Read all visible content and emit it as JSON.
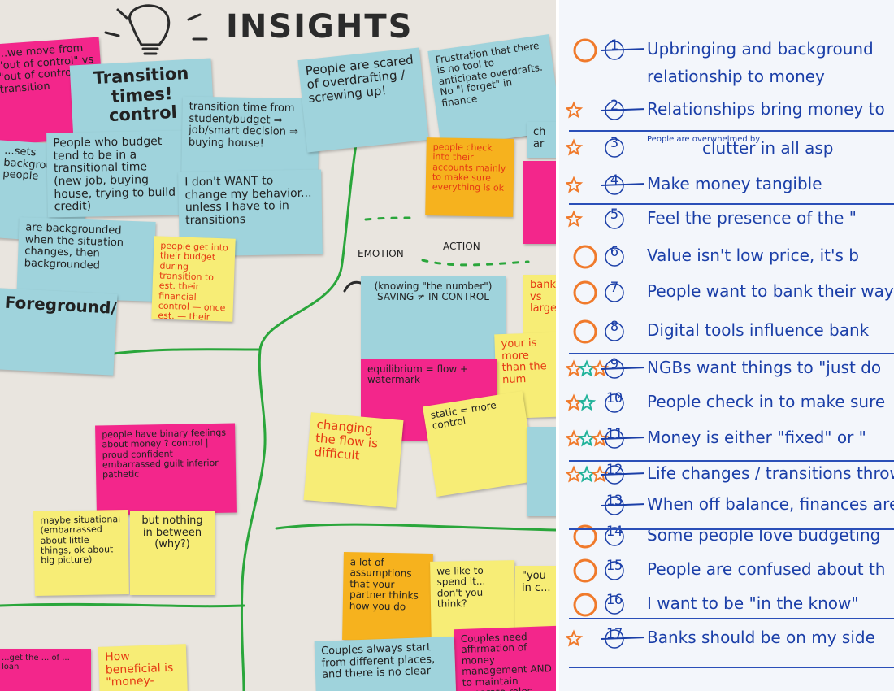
{
  "board": {
    "title": "INSIGHTS",
    "labels": {
      "emotion": "EMOTION",
      "action": "ACTION"
    },
    "notes": {
      "n1": "...we move from \"out of control\" vs \"out of control\" in transition",
      "n2": "Transition times! control",
      "n3": "People who budget tend to be in a transitional time (new job, buying house, trying to build credit)",
      "n4": "transition time from student/budget ⇒ job/smart decision ⇒ buying house!",
      "n5": "I don't WANT to change my behavior... unless I have to in transitions",
      "n6": "People are scared of overdrafting / screwing up!",
      "n7": "Frustration that there is no tool to anticipate overdrafts. No \"I forget\" in finance",
      "n8": "people check into their accounts mainly to make sure everything is ok",
      "n9": "...sets background people",
      "n10": "are backgrounded when the situation changes, then backgrounded",
      "n11": "Foreground/background.",
      "n12": "people get into their budget during transition to est. their financial control — once est. — their finances go on autopilot",
      "n13": "(knowing \"the number\") SAVING ≠ IN CONTROL",
      "n14": "equilibrium = flow + watermark",
      "n15": "changing the flow is difficult",
      "n16": "static = more control",
      "n17": "people have binary feelings about money ? control | proud confident embarrassed guilt inferior pathetic",
      "n18": "maybe situational (embarrassed about little things, ok about big picture)",
      "n19": "but nothing in between (why?)",
      "n20": "a lot of assumptions that your partner thinks how you do",
      "n21": "we like to spend it... don't you think?",
      "n22": "\"you in c...",
      "n23": "Couples need affirmation of money management AND to maintain separate roles",
      "n24": "Couples always start from different places, and there is no clear",
      "n25": "How beneficial is \"money-",
      "n26": "bank vs large",
      "n27": "your is more than the num",
      "n28": "ch ar",
      "n29": "...get the ... of ... loan"
    }
  },
  "insights": [
    {
      "num": "1",
      "text": "Upbringing and background",
      "cont": "relationship to money"
    },
    {
      "num": "2",
      "text": "Relationships bring money to"
    },
    {
      "num": "3",
      "small": "People are overwhelmed by",
      "text": "clutter in all asp"
    },
    {
      "num": "4",
      "text": "Make money tangible"
    },
    {
      "num": "5",
      "text": "Feel the presence of the \""
    },
    {
      "num": "6",
      "text": "Value isn't low price, it's b"
    },
    {
      "num": "7",
      "text": "People want to bank their way"
    },
    {
      "num": "8",
      "text": "Digital tools influence bank"
    },
    {
      "num": "9",
      "text": "NGBs want things to \"just do"
    },
    {
      "num": "10",
      "text": "People check in to make sure"
    },
    {
      "num": "11",
      "text": "Money is either \"fixed\" or \""
    },
    {
      "num": "12",
      "text": "Life changes / transitions throw"
    },
    {
      "num": "13",
      "text": "When off balance, finances are"
    },
    {
      "num": "14",
      "text": "Some people love budgeting"
    },
    {
      "num": "15",
      "text": "People are confused about th"
    },
    {
      "num": "16",
      "text": "I want to be \"in the know\""
    },
    {
      "num": "17",
      "text": "Banks should be on my side"
    }
  ],
  "colors": {
    "ink_blue": "#1b3fa8",
    "marker_orange": "#f07a2b",
    "marker_teal": "#21b39a",
    "note_blue": "#9fd3dc",
    "note_pink": "#f3268b",
    "note_yellow": "#f7ed76"
  }
}
